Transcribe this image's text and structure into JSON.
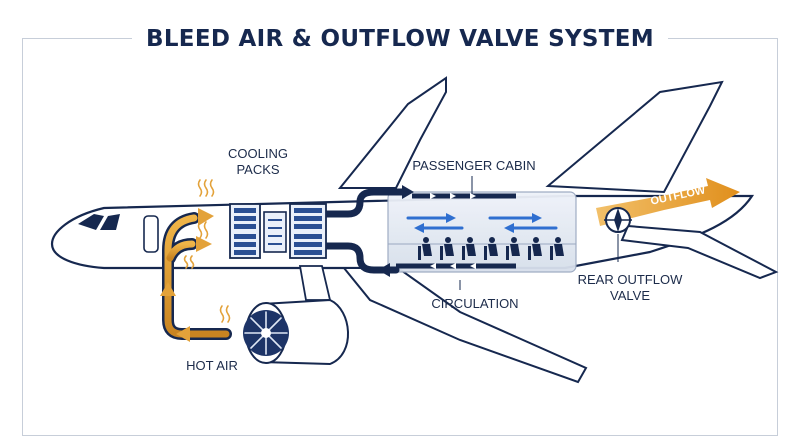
{
  "title": "BLEED AIR & OUTFLOW VALVE SYSTEM",
  "labels": {
    "cooling_packs": "COOLING\nPACKS",
    "passenger_cabin": "PASSENGER CABIN",
    "outflow": "OUTFLOW",
    "rear_outflow_valve": "REAR OUTFLOW\nVALVE",
    "circulation": "CIRCULATION",
    "hot_air": "HOT AIR"
  },
  "colors": {
    "navy": "#16284f",
    "hot_air": "#e3a23a",
    "cool_air": "#2f6fd0",
    "cabin_fill": "#e7ecf5"
  }
}
